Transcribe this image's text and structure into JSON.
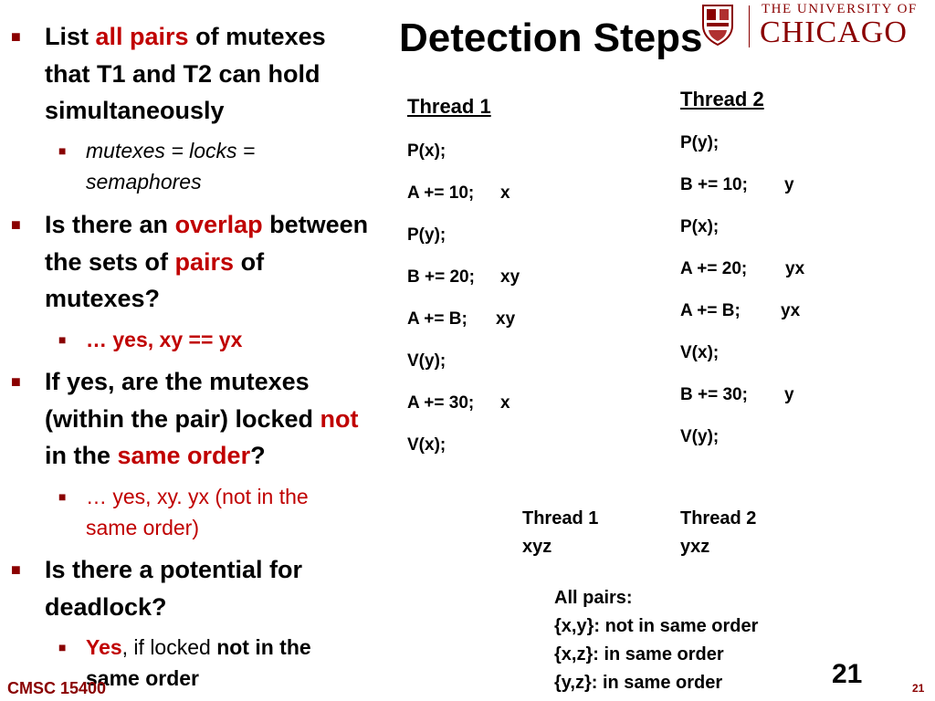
{
  "slide": {
    "title": "Detection Steps",
    "number": "21",
    "footer_course": "CMSC 15400",
    "footer_page": "21"
  },
  "logo": {
    "line1": "THE UNIVERSITY OF",
    "line2": "CHICAGO",
    "shield_icon": "shield-icon",
    "colors": {
      "maroon": "#8a0000"
    }
  },
  "colors": {
    "accent": "#c00000",
    "text": "#000000"
  },
  "bullets": {
    "b1": {
      "p1": "List ",
      "p2": "all pairs",
      "p3": " of mutexes that T1 and T2 can hold simultaneously"
    },
    "b1s": "mutexes = locks = semaphores",
    "b2": {
      "p1": "Is there an ",
      "p2": "overlap",
      "p3": " between the sets of ",
      "p4": "pairs",
      "p5": " of mutexes?"
    },
    "b2s": "… yes, xy == yx",
    "b3": {
      "p1": "If yes, are the mutexes (within the pair) locked ",
      "p2": "not",
      "p3": " in the ",
      "p4": "same order",
      "p5": "?"
    },
    "b3s": "… yes, xy.  yx (not in the same order)",
    "b4": "Is there a potential for deadlock?",
    "b4s": {
      "p1": "Yes",
      "p2": ", if locked ",
      "p3": "not in the same order"
    }
  },
  "thread1": {
    "header": "Thread 1",
    "lines": [
      {
        "code": "P(x);",
        "ann": ""
      },
      {
        "code": "A += 10;",
        "ann": "x"
      },
      {
        "code": "P(y);",
        "ann": ""
      },
      {
        "code": "B += 20;",
        "ann": "xy"
      },
      {
        "code": "A += B;",
        "ann": "xy"
      },
      {
        "code": "V(y);",
        "ann": ""
      },
      {
        "code": "A += 30;",
        "ann": "x"
      },
      {
        "code": "V(x);",
        "ann": ""
      }
    ]
  },
  "thread2": {
    "header": "Thread 2",
    "lines": [
      {
        "code": "P(y);",
        "ann": ""
      },
      {
        "code": "B += 10;",
        "ann": "y"
      },
      {
        "code": "P(x);",
        "ann": ""
      },
      {
        "code": "A += 20;",
        "ann": "yx"
      },
      {
        "code": "A += B;",
        "ann": "yx"
      },
      {
        "code": "V(x);",
        "ann": ""
      },
      {
        "code": "B += 30;",
        "ann": "y"
      },
      {
        "code": "V(y);",
        "ann": ""
      }
    ]
  },
  "orders": {
    "t1_label": "Thread 1",
    "t1_value": "xyz",
    "t2_label": "Thread 2",
    "t2_value": "yxz"
  },
  "pairs": {
    "title": "All pairs:",
    "items": [
      "{x,y}: not in same order",
      "{x,z}: in same order",
      "{y,z}: in same order"
    ]
  }
}
